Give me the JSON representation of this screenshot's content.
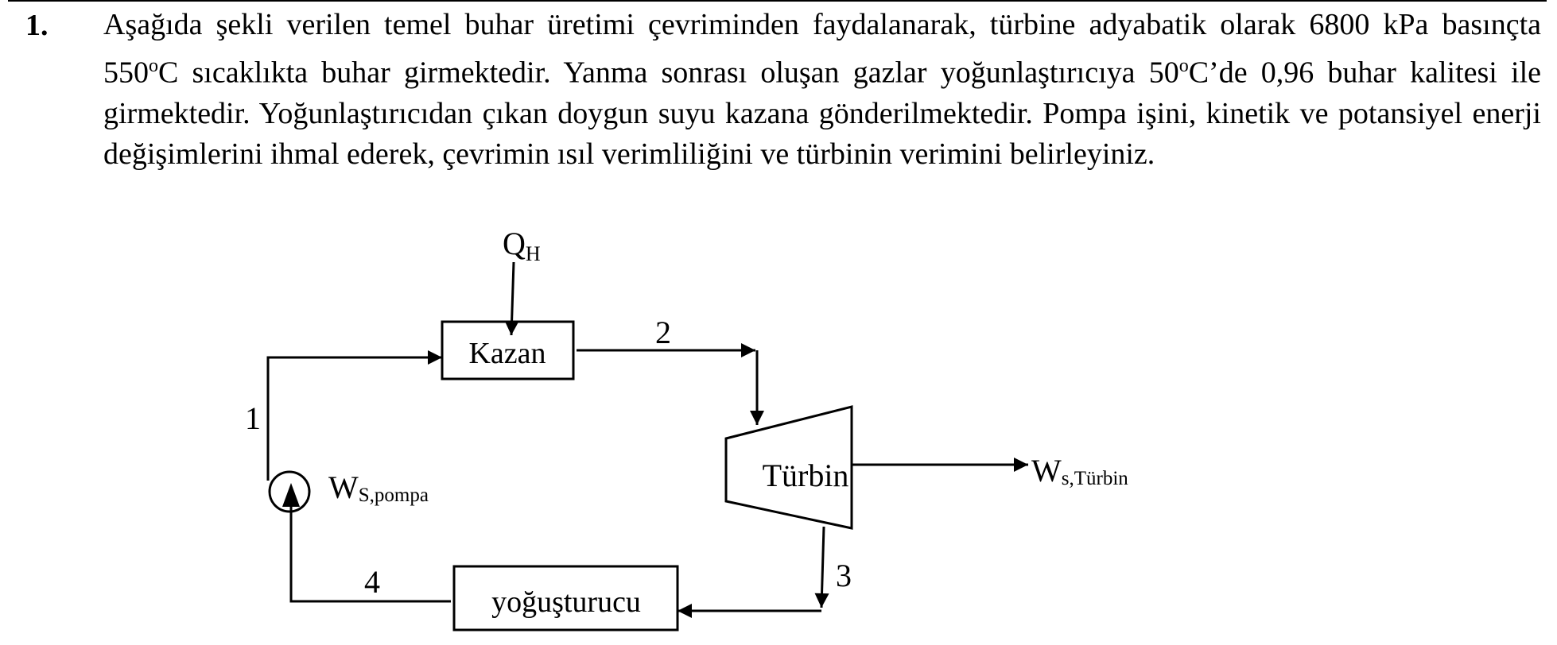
{
  "question": {
    "number": "1.",
    "text_html": "Aşağıda şekli verilen temel buhar üretimi çevriminden faydalanarak, türbine adyabatik olarak 6800 kPa basınçta 550<sup style=\"font-size:24px;\">o</sup>C sıcaklıkta buhar girmektedir. Yanma sonrası oluşan gazlar yoğunlaştırıcıya 50<sup style=\"font-size:24px;\">o</sup>C’de 0,96 buhar kalitesi ile girmektedir. Yoğunlaştırıcıdan çıkan doygun suyu kazana gönderilmektedir. Pompa işini, kinetik ve potansiyel enerji değişimlerini ihmal ederek, çevrimin ısıl verimliliğini ve türbinin verimini belirleyiniz."
  },
  "diagram": {
    "heat_in": {
      "main": "Q",
      "sub": "H"
    },
    "boiler_label": "Kazan",
    "turbine_label": "Türbin",
    "condenser_label": "yoğuşturucu",
    "pump_work": {
      "main": "W",
      "sub": "S,pompa"
    },
    "turbine_work": {
      "main": "W",
      "sub": "s,Türbin"
    },
    "state_labels": {
      "s1": "1",
      "s2": "2",
      "s3": "3",
      "s4": "4"
    }
  }
}
